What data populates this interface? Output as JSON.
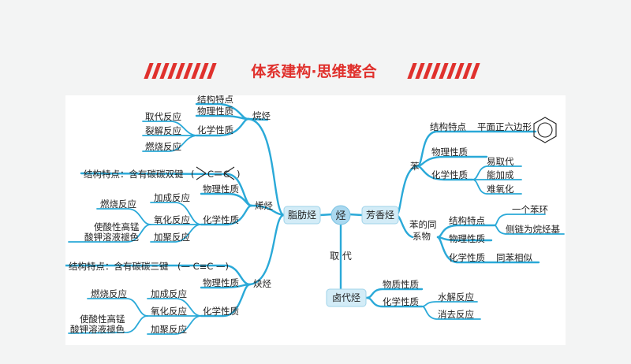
{
  "header": {
    "title": "体系建构·思维整合"
  },
  "center": "烃",
  "substitution_label": "取 代",
  "hydrocarbons": {
    "aliphatic": "脂肪烃",
    "aromatic": "芳香烃",
    "halo": "卤代烃"
  },
  "alkane": {
    "name": "烷烃",
    "structure": "结构特点",
    "physical": "物理性质",
    "chemical": "化学性质",
    "reactions": [
      "取代反应",
      "裂解反应",
      "燃烧反应"
    ]
  },
  "alkene": {
    "name": "烯烃",
    "structure": "结构特点：含有碳碳双键",
    "bond_open": "(",
    "bond_close": ")",
    "bond_atoms": [
      "C",
      "C"
    ],
    "physical": "物理性质",
    "chemical": "化学性质",
    "reactions": [
      "加成反应",
      "氧化反应",
      "加聚反应"
    ],
    "oxidation_sub": [
      "燃烧反应",
      "使酸性高锰",
      "酸钾溶液褪色"
    ]
  },
  "alkyne": {
    "name": "炔烃",
    "structure": "结构特点：含有碳碳三键",
    "bond_text": "(— C≡C —)",
    "physical": "物理性质",
    "chemical": "化学性质",
    "reactions": [
      "加成反应",
      "氧化反应",
      "加聚反应"
    ],
    "oxidation_sub": [
      "燃烧反应",
      "使酸性高锰",
      "酸钾溶液褪色"
    ]
  },
  "benzene": {
    "name": "苯",
    "structure": "结构特点",
    "structure_value": "平面正六边形",
    "physical": "物理性质",
    "chemical": "化学性质",
    "reactions": [
      "易取代",
      "能加成",
      "难氧化"
    ]
  },
  "homologues": {
    "name_line1": "苯的同",
    "name_line2": "系物",
    "structure": "结构特点",
    "structure_values": [
      "一个苯环",
      "侧链为烷烃基"
    ],
    "physical": "物理性质",
    "chemical": "化学性质",
    "chemical_value": "同苯相似"
  },
  "halo": {
    "physical": "物质性质",
    "chemical": "化学性质",
    "reactions": [
      "水解反应",
      "消去反应"
    ]
  }
}
